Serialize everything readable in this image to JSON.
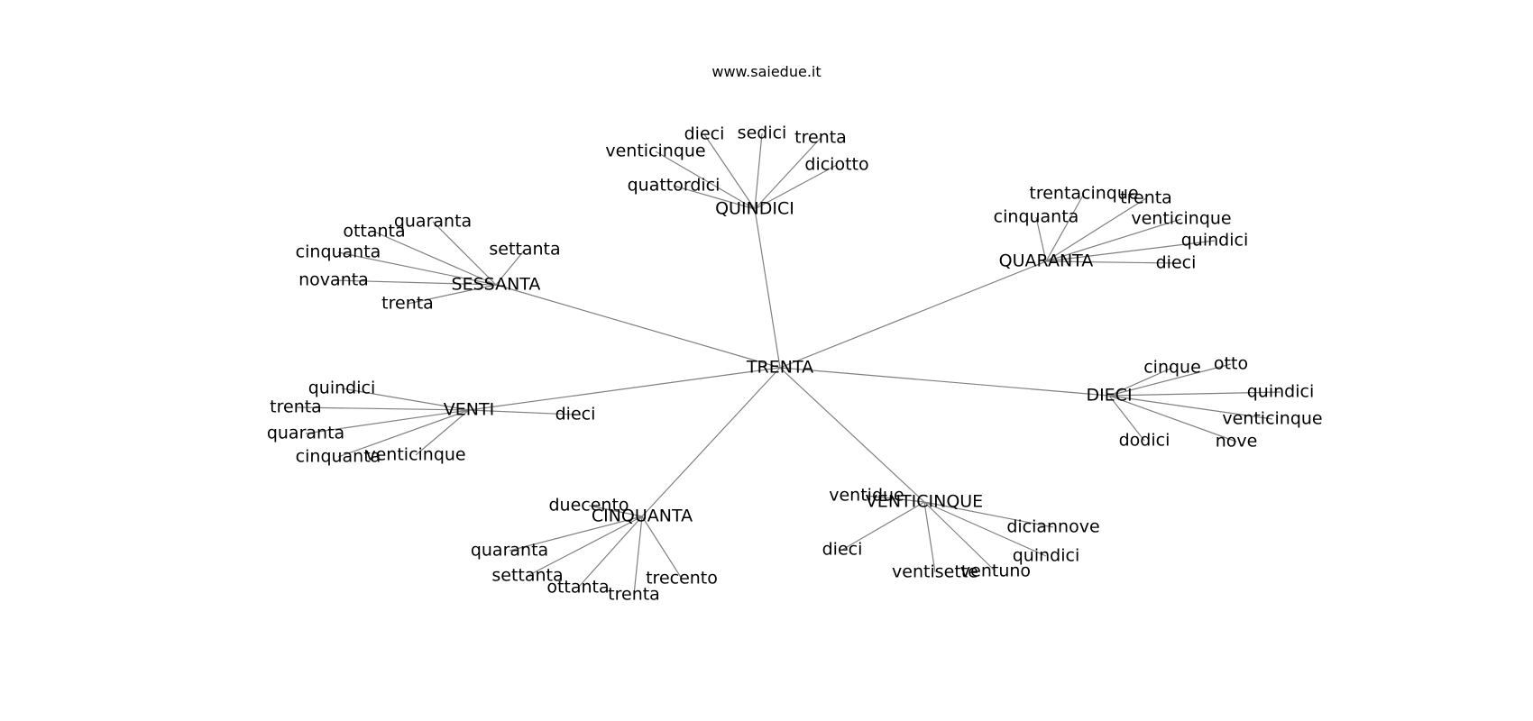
{
  "title": "www.saiedue.it",
  "colors": {
    "edge": "#808080",
    "text": "#000000",
    "background": "#ffffff"
  },
  "root": {
    "label": "TRENTA",
    "children": [
      {
        "label": "QUINDICI",
        "children": [
          "dieci",
          "sedici",
          "trenta",
          "venticinque",
          "diciotto",
          "quattordici"
        ]
      },
      {
        "label": "QUARANTA",
        "children": [
          "trentacinque",
          "trenta",
          "cinquanta",
          "venticinque",
          "quindici",
          "dieci"
        ]
      },
      {
        "label": "SESSANTA",
        "children": [
          "quaranta",
          "ottanta",
          "settanta",
          "cinquanta",
          "novanta",
          "trenta"
        ]
      },
      {
        "label": "VENTI",
        "children": [
          "quindici",
          "trenta",
          "quaranta",
          "cinquanta",
          "venticinque",
          "dieci"
        ]
      },
      {
        "label": "DIECI",
        "children": [
          "cinque",
          "otto",
          "quindici",
          "venticinque",
          "dodici",
          "nove"
        ]
      },
      {
        "label": "CINQUANTA",
        "children": [
          "duecento",
          "quaranta",
          "settanta",
          "ottanta",
          "trenta",
          "trecento"
        ]
      },
      {
        "label": "VENTICINQUE",
        "children": [
          "ventidue",
          "diciannove",
          "quindici",
          "dieci",
          "ventisette",
          "ventuno"
        ]
      }
    ]
  }
}
